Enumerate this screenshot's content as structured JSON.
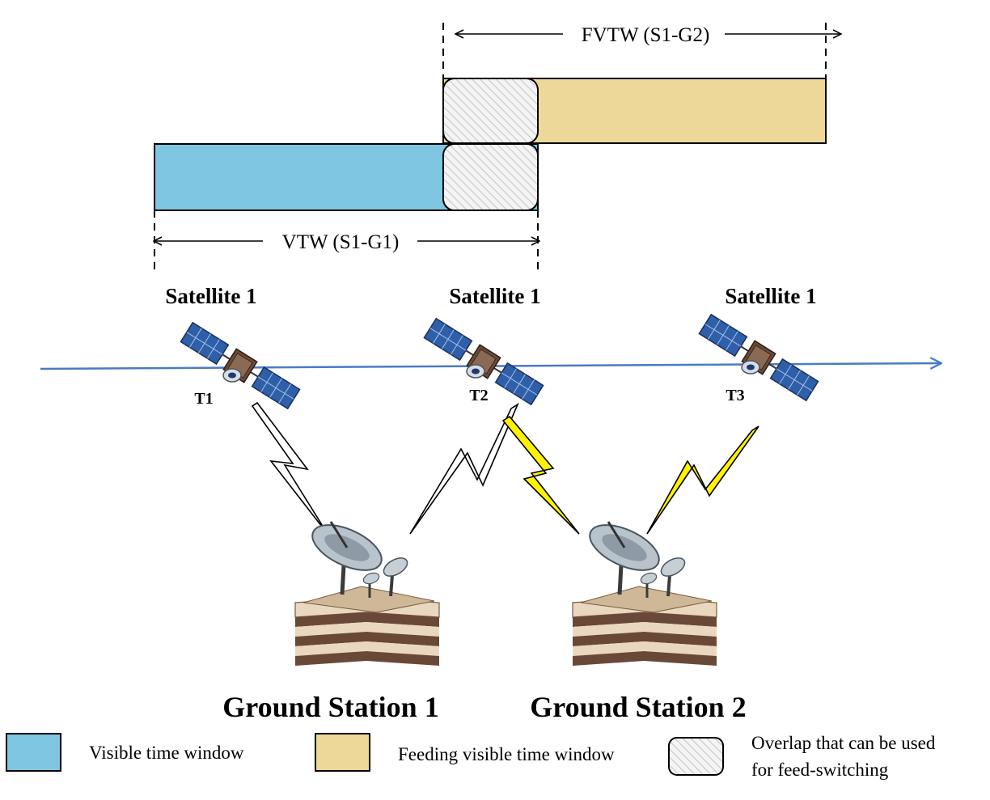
{
  "windows": {
    "fvtw_label": "FVTW (S1-G2)",
    "vtw_label": "VTW (S1-G1)"
  },
  "satellites": [
    {
      "label": "Satellite 1",
      "time": "T1"
    },
    {
      "label": "Satellite 1",
      "time": "T2"
    },
    {
      "label": "Satellite 1",
      "time": "T3"
    }
  ],
  "ground_stations": [
    {
      "label": "Ground Station 1"
    },
    {
      "label": "Ground Station 2"
    }
  ],
  "legend": {
    "visible": "Visible time window",
    "feeding": "Feeding visible time window",
    "overlap_line1": "Overlap that can be used",
    "overlap_line2": "for feed-switching"
  },
  "colors": {
    "visible_window": "#7EC6E2",
    "feeding_window": "#EED899",
    "orbit_line": "#4A7BC4",
    "feeding_link": "#FFF200",
    "plain_link": "#FFFFFF"
  }
}
